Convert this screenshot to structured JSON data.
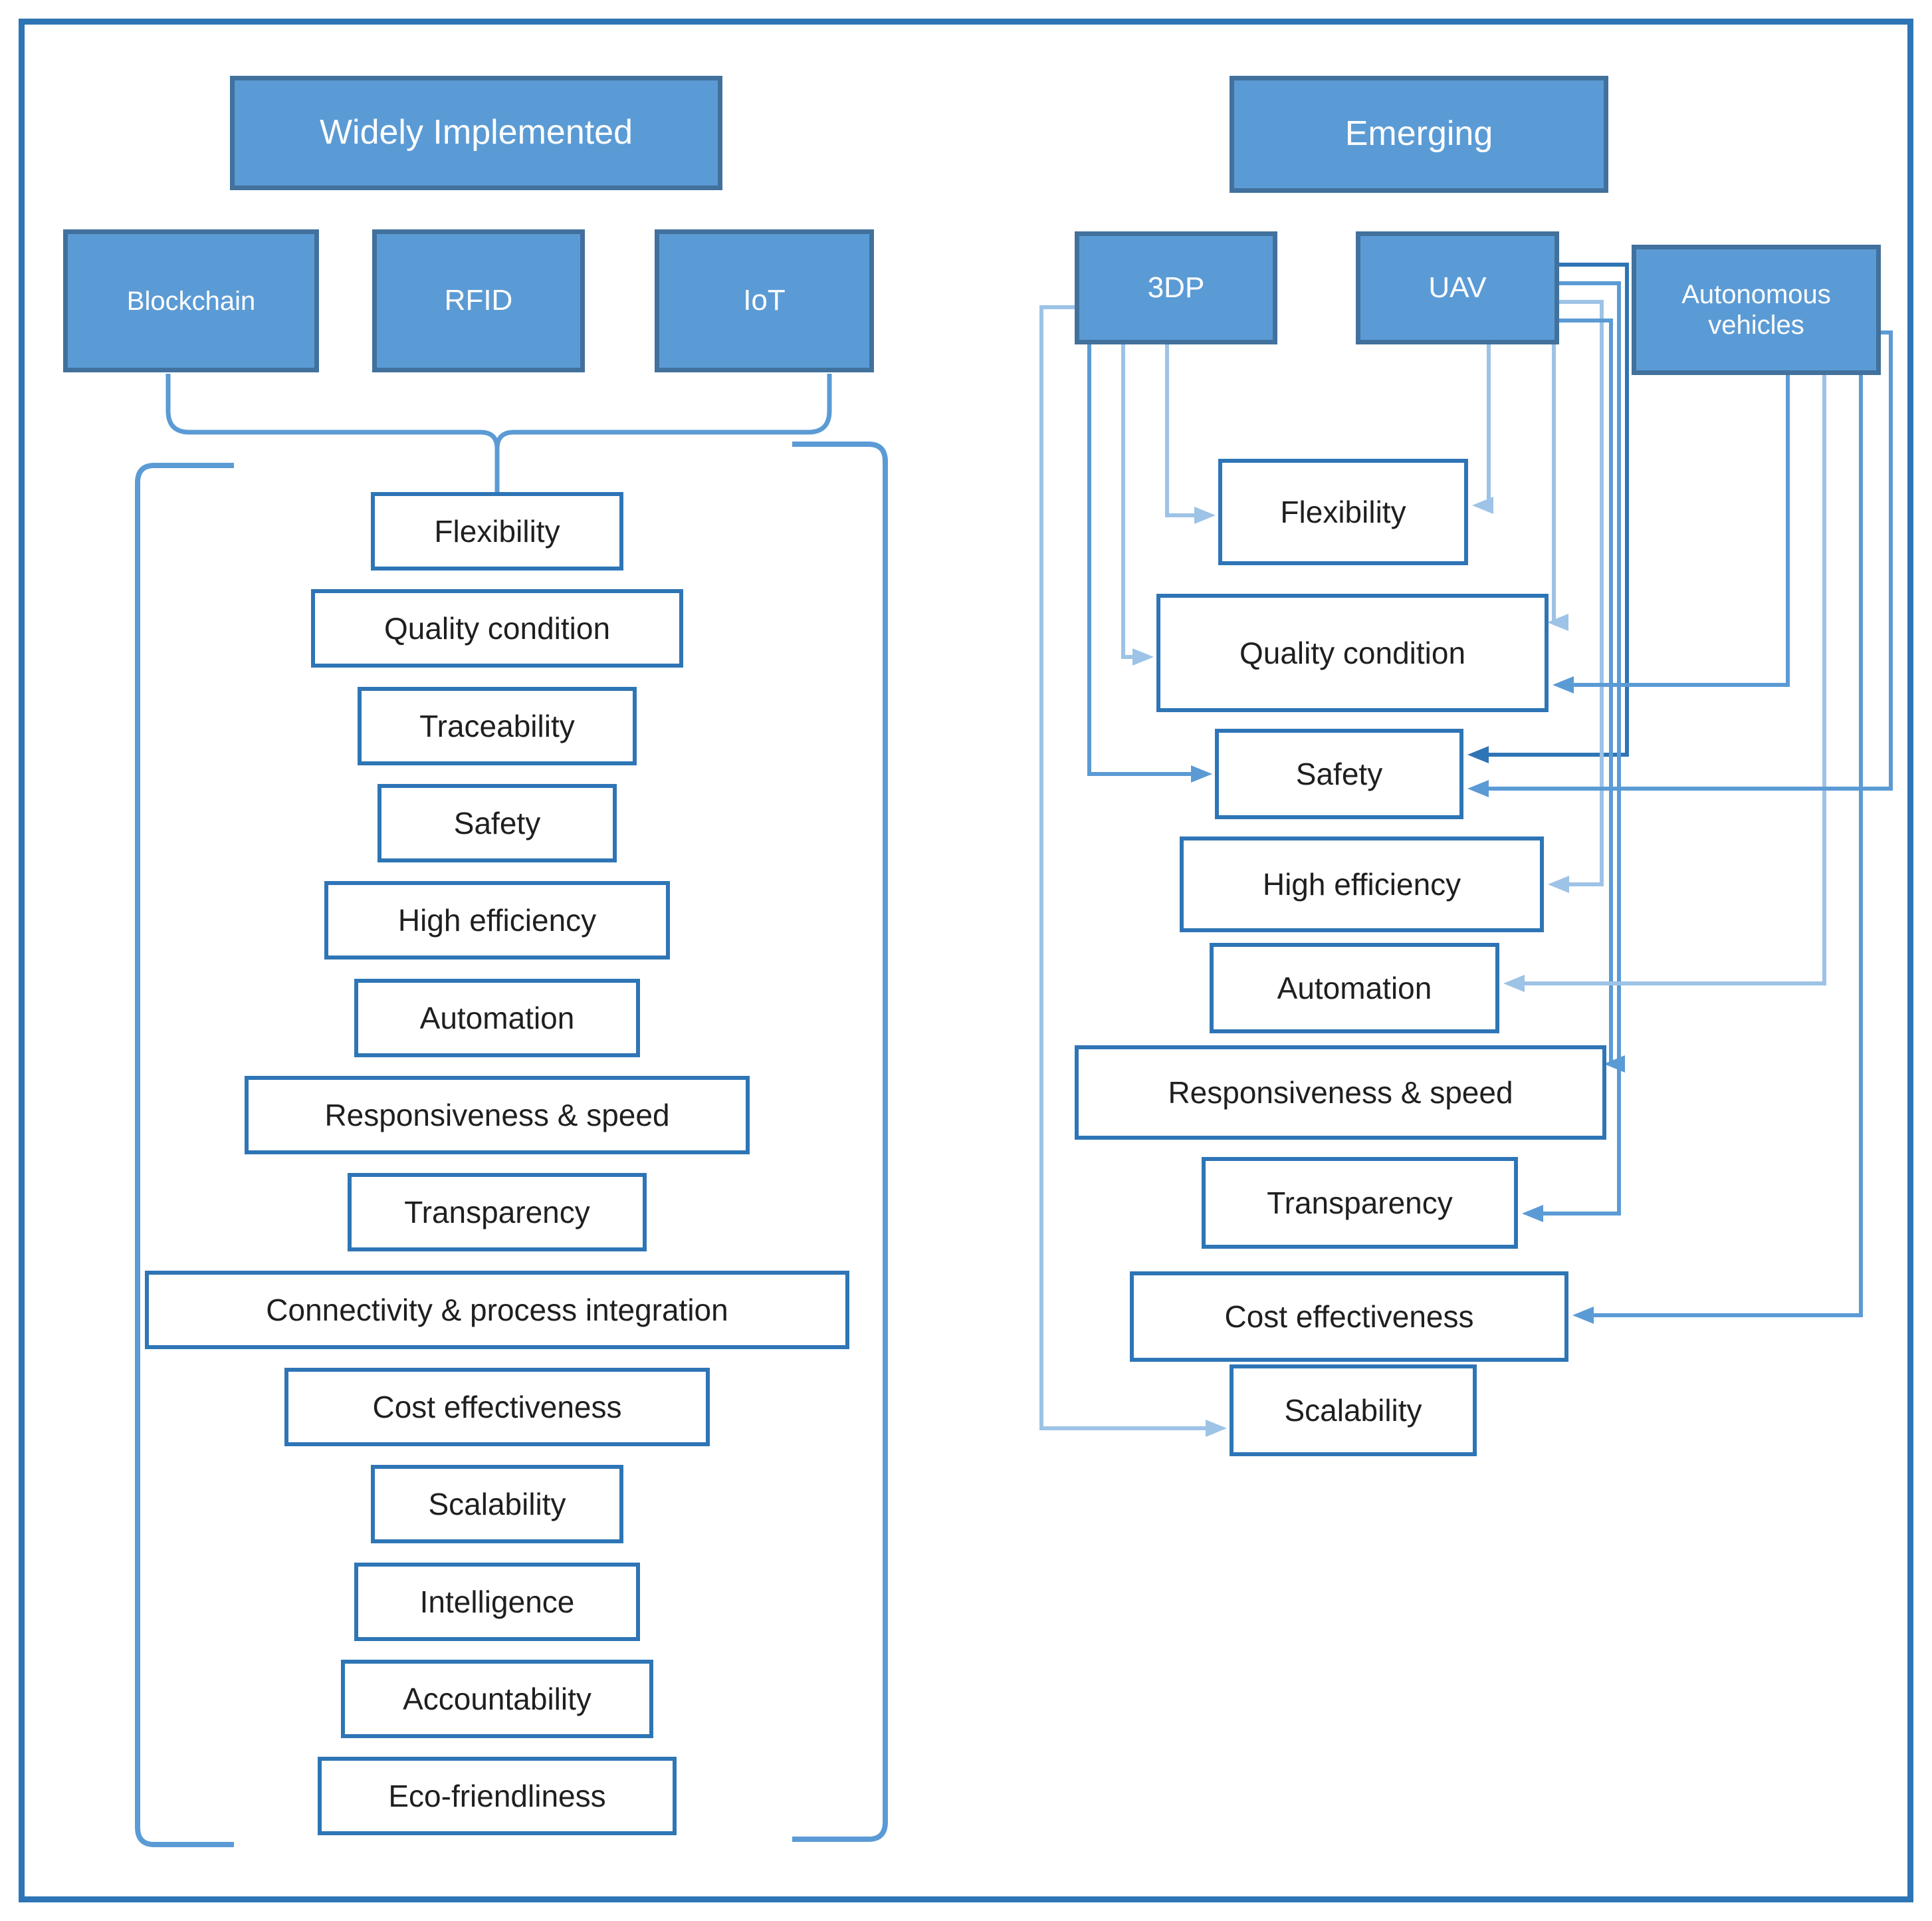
{
  "left_panel": {
    "header": "Widely Implemented",
    "technologies": [
      "Blockchain",
      "RFID",
      "IoT"
    ],
    "characteristics": [
      "Flexibility",
      "Quality condition",
      "Traceability",
      "Safety",
      "High efficiency",
      "Automation",
      "Responsiveness & speed",
      "Transparency",
      "Connectivity & process integration",
      "Cost effectiveness",
      "Scalability",
      "Intelligence",
      "Accountability",
      "Eco-friendliness"
    ]
  },
  "right_panel": {
    "header": "Emerging",
    "technologies": [
      "3DP",
      "UAV",
      "Autonomous vehicles"
    ],
    "characteristics": [
      "Flexibility",
      "Quality condition",
      "Safety",
      "High efficiency",
      "Automation",
      "Responsiveness & speed",
      "Transparency",
      "Cost effectiveness",
      "Scalability"
    ]
  },
  "connections": [
    {
      "from": "3DP",
      "to": "Flexibility"
    },
    {
      "from": "3DP",
      "to": "Quality condition"
    },
    {
      "from": "3DP",
      "to": "Safety"
    },
    {
      "from": "3DP",
      "to": "Scalability"
    },
    {
      "from": "UAV",
      "to": "Flexibility"
    },
    {
      "from": "UAV",
      "to": "Quality condition"
    },
    {
      "from": "UAV",
      "to": "Safety"
    },
    {
      "from": "UAV",
      "to": "High efficiency"
    },
    {
      "from": "UAV",
      "to": "Responsiveness & speed"
    },
    {
      "from": "UAV",
      "to": "Transparency"
    },
    {
      "from": "Autonomous vehicles",
      "to": "Quality condition"
    },
    {
      "from": "Autonomous vehicles",
      "to": "Safety"
    },
    {
      "from": "Autonomous vehicles",
      "to": "Automation"
    },
    {
      "from": "Autonomous vehicles",
      "to": "Cost effectiveness"
    }
  ],
  "colors": {
    "box_fill": "#5b9bd5",
    "box_border": "#41719c",
    "white_box_border": "#2e75b6",
    "page_border": "#2e75b6",
    "connector_light": "#9dc3e6",
    "connector_medium": "#5b9bd5",
    "connector_dark": "#2e75b6",
    "text_light": "#ffffff",
    "text_dark": "#1f1f1f"
  }
}
